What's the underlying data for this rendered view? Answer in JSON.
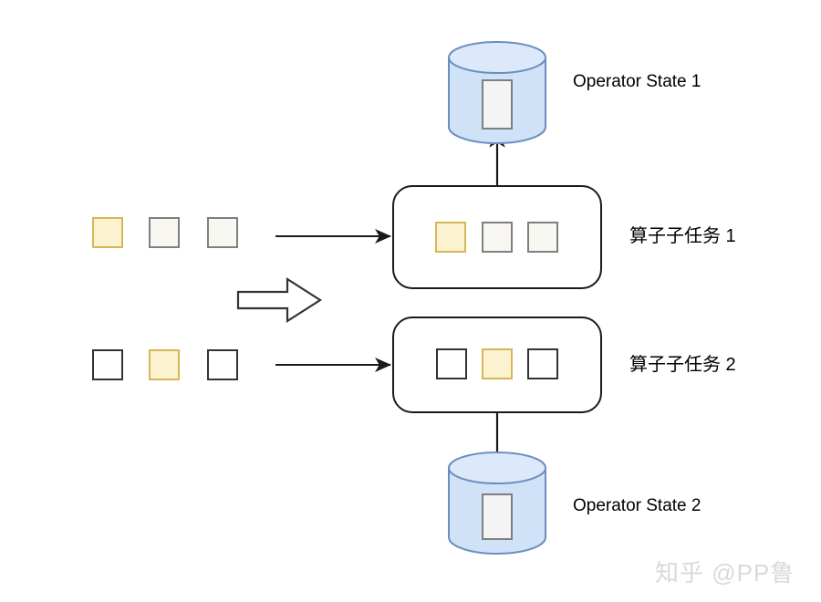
{
  "diagram": {
    "title_hidden": "",
    "labels": {
      "operator_state_1": "Operator State 1",
      "operator_state_2": "Operator State 2",
      "subtask_1": "算子子任务 1",
      "subtask_2": "算子子任务 2"
    },
    "watermark": "知乎 @PP鲁",
    "colors": {
      "record_highlight_fill": "#fdf2d0",
      "record_highlight_border": "#d6b656",
      "record_gray_fill": "#f8f7f1",
      "record_gray_border": "#7f7f7f",
      "record_white_fill": "#ffffff",
      "record_white_border": "#333333",
      "cylinder_fill": "#cfe2f8",
      "cylinder_border": "#6c8ebf",
      "state_slot_fill": "#f4f4f4",
      "state_slot_border": "#7f7f7f",
      "box_border": "#1a1a1a",
      "arrow": "#1a1a1a",
      "watermark": "#d9d9d9"
    },
    "stream_rows": [
      {
        "name": "input-stream-1",
        "records": [
          {
            "state": "highlight"
          },
          {
            "state": "gray"
          },
          {
            "state": "gray"
          }
        ]
      },
      {
        "name": "input-stream-2",
        "records": [
          {
            "state": "white"
          },
          {
            "state": "highlight"
          },
          {
            "state": "white"
          }
        ]
      }
    ],
    "subtasks": [
      {
        "name": "subtask-1",
        "label_key": "subtask_1",
        "records": [
          {
            "state": "highlight"
          },
          {
            "state": "gray"
          },
          {
            "state": "gray"
          }
        ],
        "state_link": "bidirectional"
      },
      {
        "name": "subtask-2",
        "label_key": "subtask_2",
        "records": [
          {
            "state": "white"
          },
          {
            "state": "highlight"
          },
          {
            "state": "white"
          }
        ],
        "state_link": "bidirectional"
      }
    ],
    "state_stores": [
      {
        "name": "operator-state-1",
        "label_key": "operator_state_1",
        "position": "top"
      },
      {
        "name": "operator-state-2",
        "label_key": "operator_state_2",
        "position": "bottom"
      }
    ],
    "connectors": {
      "feed_arrow_1": "input stream 1 into subtask 1",
      "feed_arrow_2": "input stream 2 into subtask 2",
      "block_arrow": "transformation",
      "state_arrow_1": "subtask 1 <-> operator state 1",
      "state_arrow_2": "subtask 2 <-> operator state 2"
    }
  }
}
